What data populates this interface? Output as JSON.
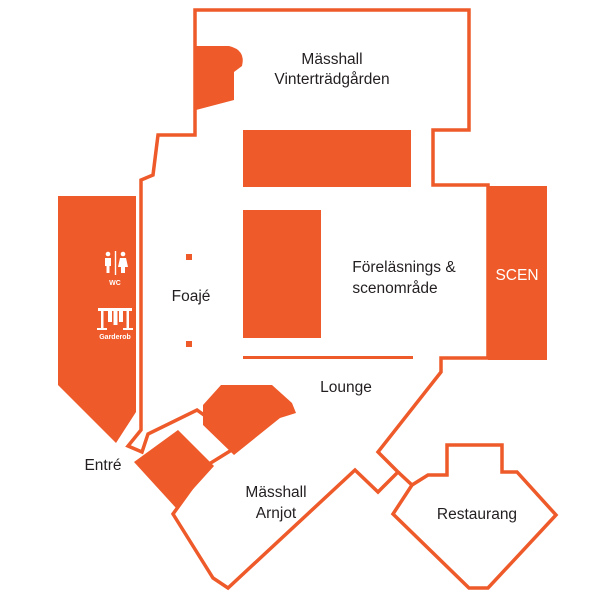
{
  "colors": {
    "accent": "#ee5a2a",
    "text": "#231f20",
    "background": "#ffffff"
  },
  "rooms": {
    "vinter_line1": "Mässhall",
    "vinter_line2": "Vinterträdgården",
    "forelasning_line1": "Föreläsnings &",
    "forelasning_line2": "scenområde",
    "scen": "SCEN",
    "foaje": "Foajé",
    "lounge": "Lounge",
    "entre": "Entré",
    "arnjot_line1": "Mässhall",
    "arnjot_line2": "Arnjot",
    "restaurang": "Restaurang"
  },
  "facilities": {
    "wc": "WC",
    "garderob": "Garderob",
    "wc_icon": "restroom-icon",
    "garderob_icon": "coat-rack-icon"
  }
}
